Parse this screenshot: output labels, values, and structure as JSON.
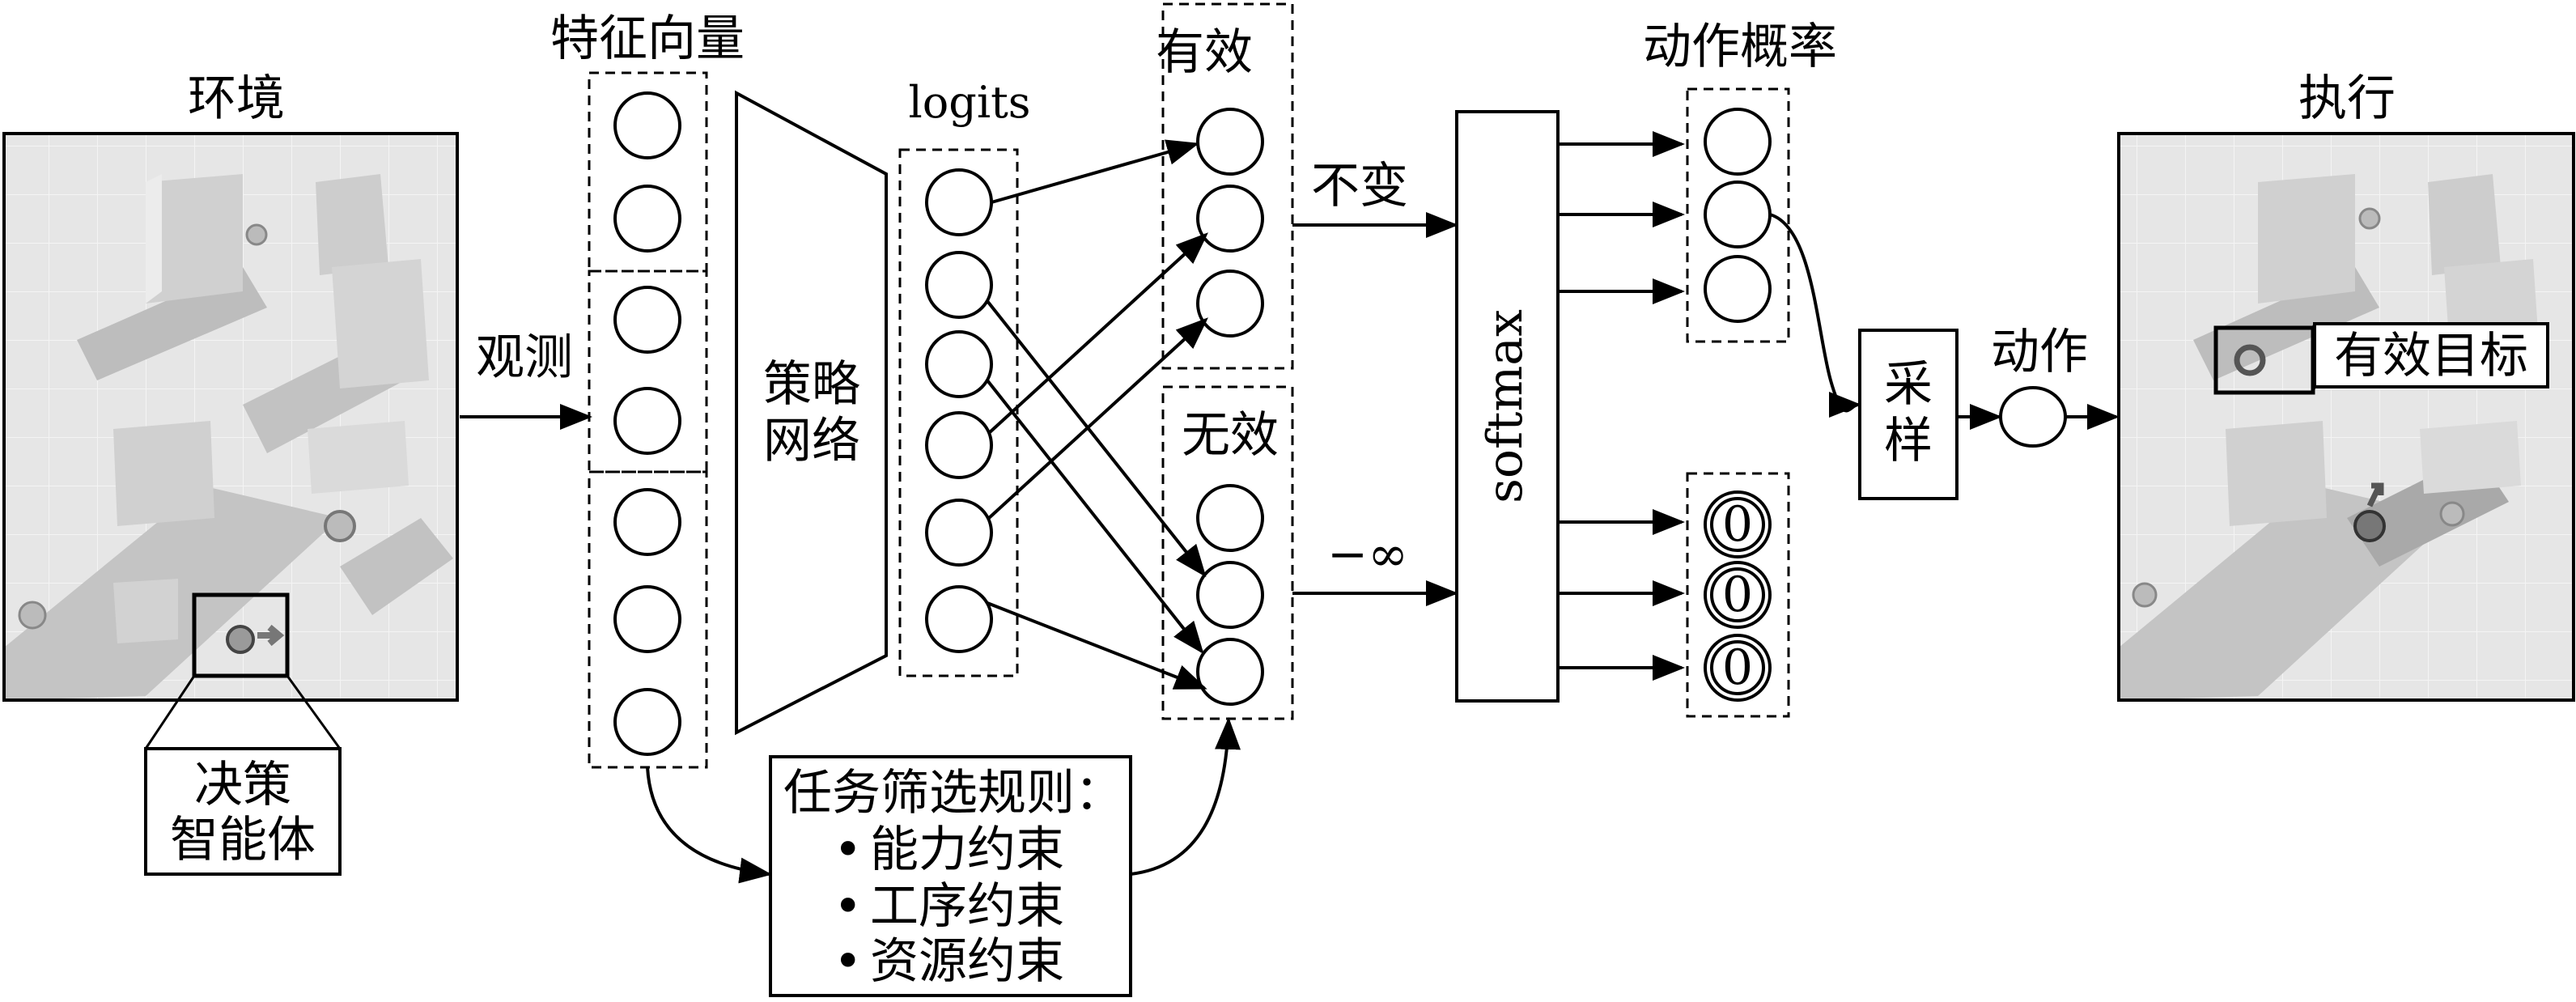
{
  "labels": {
    "environment": "环境",
    "observation": "观测",
    "agent_line1": "决策",
    "agent_line2": "智能体",
    "feature_vector": "特征向量",
    "policy_line1": "策略",
    "policy_line2": "网络",
    "logits": "logits",
    "valid": "有效",
    "invalid": "无效",
    "unchanged": "不变",
    "neg_inf": "−∞",
    "softmax": "softmax",
    "action_prob": "动作概率",
    "sample_line1": "采",
    "sample_line2": "样",
    "action": "动作",
    "execute": "执行",
    "valid_target": "有效目标"
  },
  "rules": {
    "title": "任务筛选规则：",
    "bullet": "•",
    "items": [
      "能力约束",
      "工序约束",
      "资源约束"
    ]
  },
  "masked_prob_value": "0",
  "colors": {
    "line": "#000000",
    "scene_floor": "#e9e9e9",
    "scene_block": "#c9c9c9",
    "scene_shadow": "#b3b3b3"
  }
}
